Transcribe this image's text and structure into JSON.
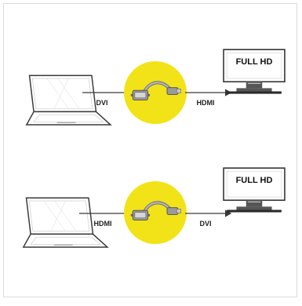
{
  "colors": {
    "accent_yellow": "#f2e318",
    "line": "#3a3a3a",
    "frame": "#dcdcdc"
  },
  "rows": [
    {
      "source_label": "DVI",
      "target_label": "HDMI",
      "display_text": "FULL HD"
    },
    {
      "source_label": "HDMI",
      "target_label": "DVI",
      "display_text": "FULL HD"
    }
  ]
}
